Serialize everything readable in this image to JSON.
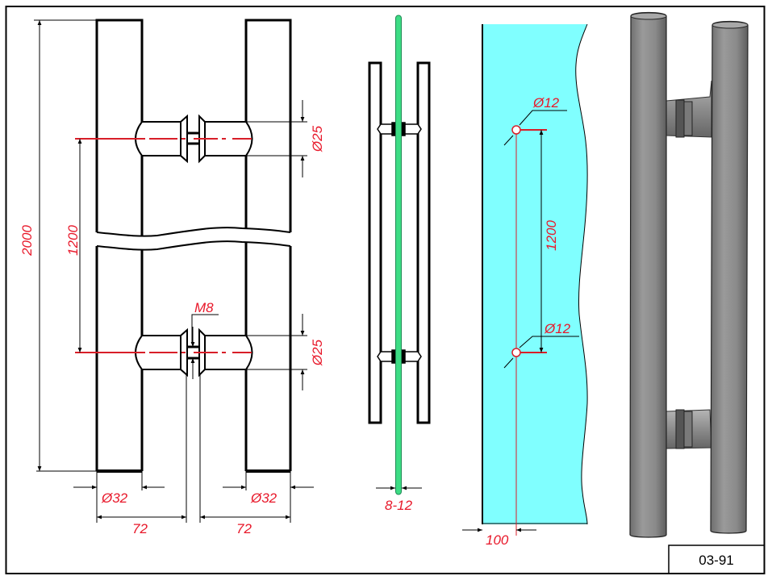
{
  "drawing": {
    "front_view": {
      "overall_length": "2000",
      "hole_spacing": "1200",
      "standoff_diameter_top": "Ø25",
      "standoff_diameter_bottom": "Ø25",
      "thread": "M8",
      "bar_diameter_left": "Ø32",
      "bar_diameter_right": "Ø32",
      "offset_left": "72",
      "offset_right": "72"
    },
    "side_view": {
      "glass_thickness": "8-12"
    },
    "glass_view": {
      "hole_top": "Ø12",
      "hole_bottom": "Ø12",
      "hole_spacing": "1200",
      "edge_distance": "100"
    },
    "title_block": {
      "code": "03-91"
    }
  },
  "colors": {
    "dimension": "#e8182a",
    "glass": "#80ffff",
    "glass_edge": "#2ecc71",
    "steel": "#8c8c8c"
  }
}
